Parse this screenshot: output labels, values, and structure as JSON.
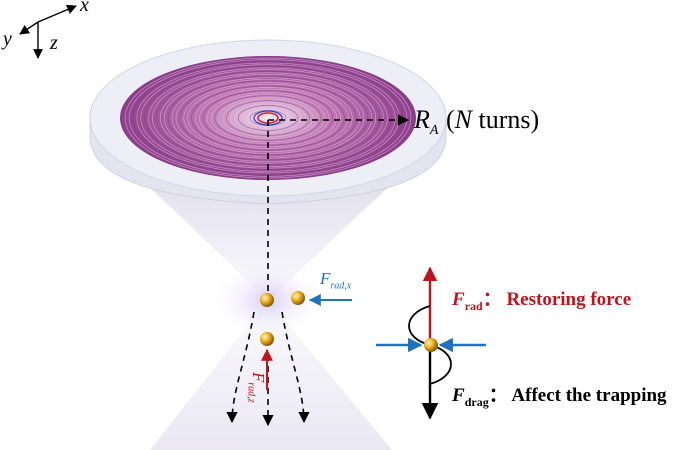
{
  "axes": {
    "x": "x",
    "y": "y",
    "z": "z"
  },
  "antenna": {
    "radius_symbol": "R",
    "radius_subscript": "A",
    "turns_text": "(N turns)",
    "turns_var": "N",
    "turns_word": "turns"
  },
  "forces": {
    "rad_x": {
      "symbol": "F",
      "subscript": "rad,x"
    },
    "rad_z": {
      "symbol": "F",
      "subscript": "rad,z"
    }
  },
  "legend": {
    "rad": {
      "symbol": "F",
      "subscript": "rad",
      "sep": "：",
      "text": "Restoring force"
    },
    "drag": {
      "symbol": "F",
      "subscript": "drag",
      "sep": "：",
      "text": "Affect the trapping"
    }
  },
  "colors": {
    "restoring": "#c0141c",
    "lateral": "#1e72c0",
    "particle": "#e0a01a",
    "disk_rim": "#dcdcec",
    "coil": "#b05a9c"
  }
}
